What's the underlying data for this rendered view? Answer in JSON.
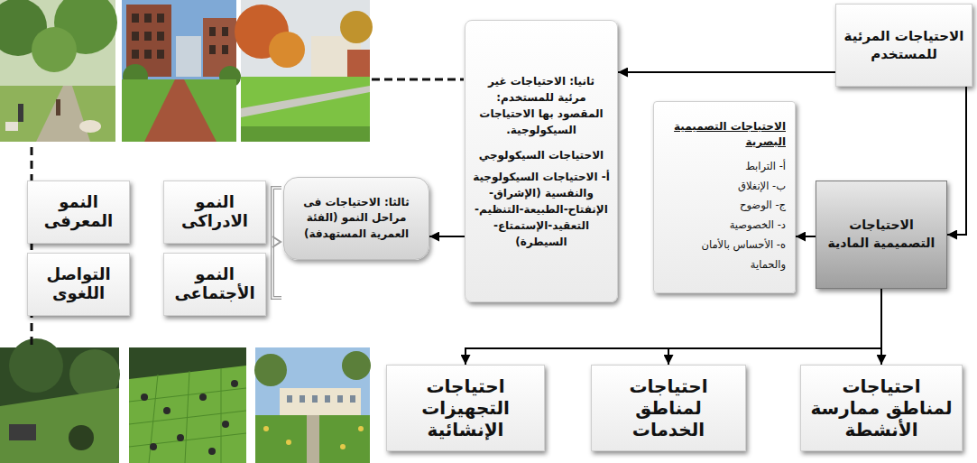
{
  "diagram": {
    "nodes": [
      {
        "text": [
          "الاحتياجات المرئية للمستخدم"
        ]
      },
      {
        "text": [
          "ثانيا: الاحتياجات غير مرئية للمستخدم: المقصود بها الاحتياجات السيكولوجية.",
          "الاحتياجات السيكولوجي",
          "أ- الاحتياجات السيكولوجية والنفسية (الإشراق-الإنفتاح-الطبيعة-التنظيم-التعقيد-الإستمتاع-السيطرة)"
        ]
      },
      {
        "text": [
          "الاحتياجات التصميمية البصرية",
          "أ- الترابط",
          "ب- الإنغلاق",
          "ج- الوضوح",
          "د- الخصوصية",
          "ه- الأحساس بالأمان والحماية"
        ]
      },
      {
        "text": [
          "الاحتياجات التصميمية المادية"
        ]
      },
      {
        "text": [
          "ثالثا: الاحتياجات فى مراحل النمو (الفئة العمرية المستهدفة)"
        ]
      },
      {
        "text": [
          "النمو الادراكى"
        ]
      },
      {
        "text": [
          "النمو المعرفى"
        ]
      },
      {
        "text": [
          "النمو الأجتماعى"
        ]
      },
      {
        "text": [
          "التواصل اللغوى"
        ]
      },
      {
        "text": [
          "احتياجات لمناطق ممارسة الأنشطة"
        ]
      },
      {
        "text": [
          "احتياجات لمناطق الخدمات"
        ]
      },
      {
        "text": [
          "احتياجات التجهيزات الإنشائية"
        ]
      }
    ],
    "edges": [
      {
        "from": 0,
        "to": 1,
        "arrow": "to"
      },
      {
        "from": 0,
        "to": 3,
        "arrow": "to"
      },
      {
        "from": 3,
        "to": 2,
        "arrow": "to"
      },
      {
        "from": 1,
        "to": 4,
        "arrow": "to"
      },
      {
        "from": 3,
        "to": 9,
        "arrow": "to"
      },
      {
        "from": 3,
        "to": 10,
        "arrow": "to"
      },
      {
        "from": 3,
        "to": 11,
        "arrow": "to"
      }
    ]
  }
}
